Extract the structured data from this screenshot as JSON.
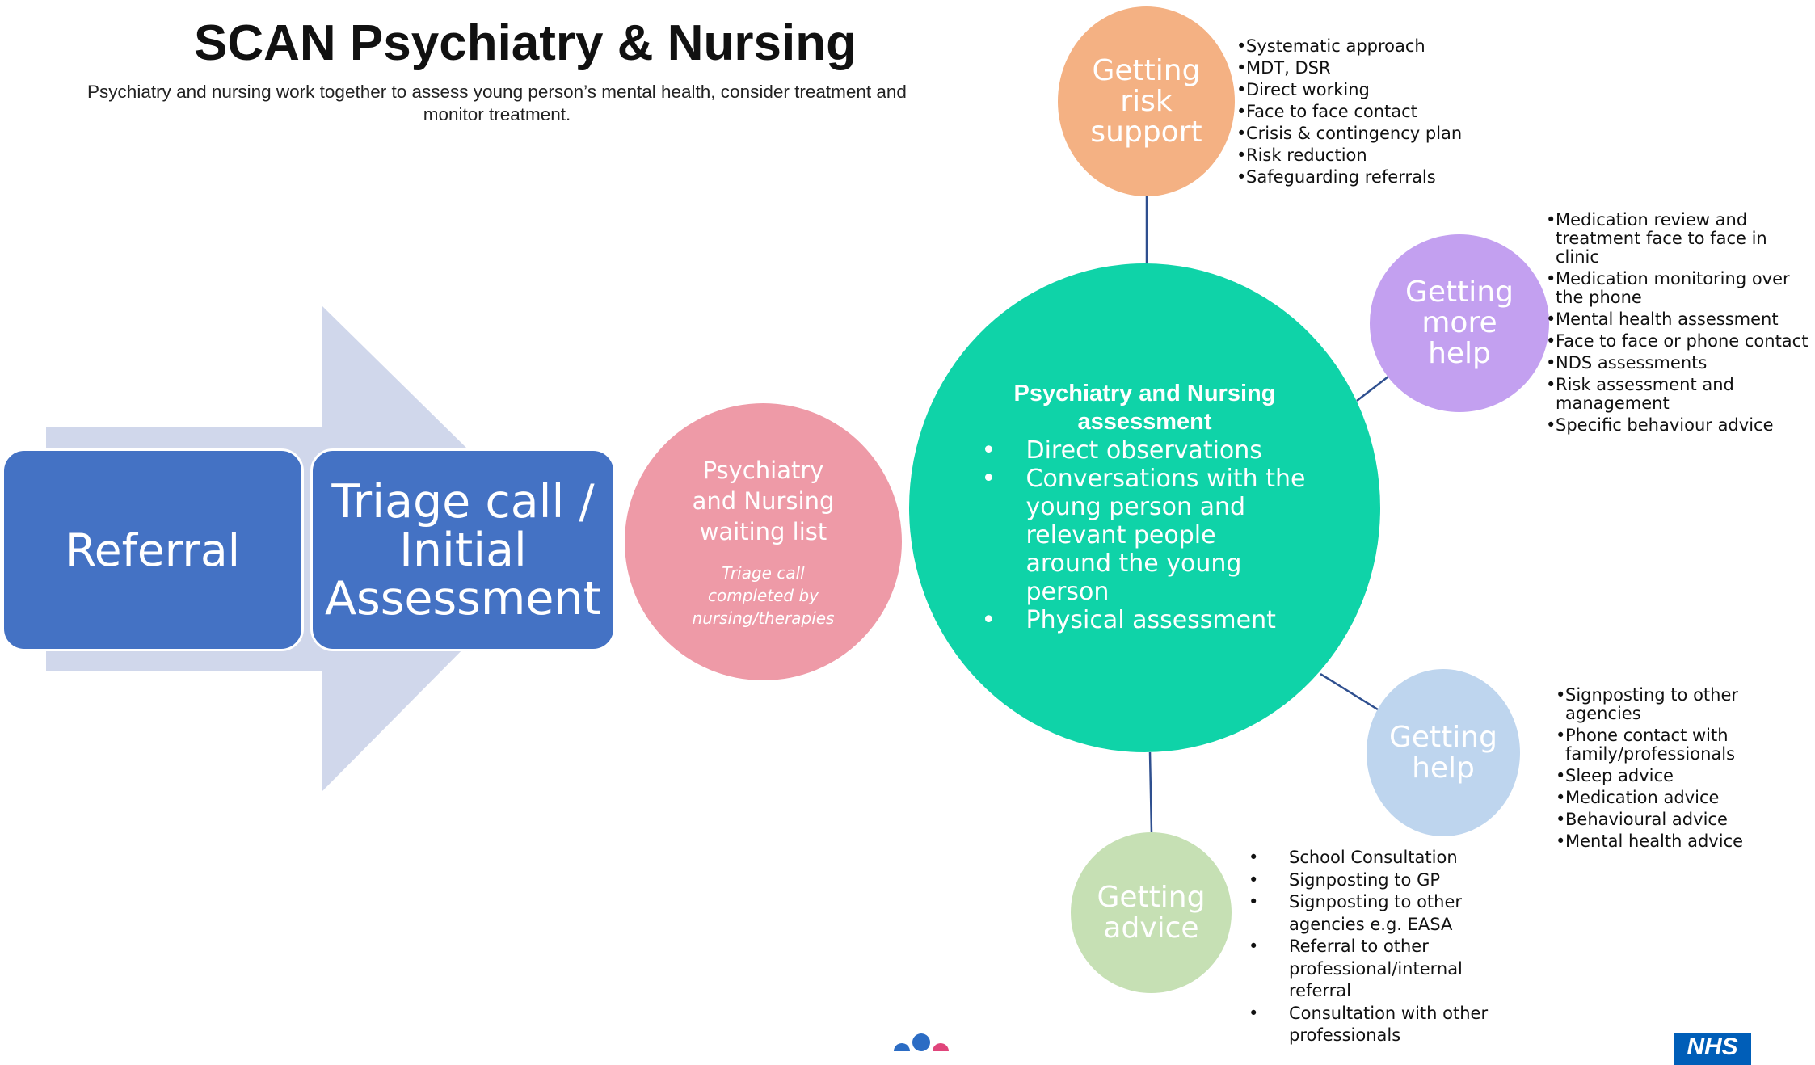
{
  "header": {
    "title": "SCAN Psychiatry & Nursing",
    "subtitle": "Psychiatry and nursing work together to assess young person’s mental health, consider treatment and monitor treatment."
  },
  "pathway": {
    "referral": "Referral",
    "triage": "Triage call / Initial Assessment",
    "waiting_title": "Psychiatry and Nursing waiting list",
    "waiting_note": "Triage call completed by nursing/therapies"
  },
  "center": {
    "title": "Psychiatry and Nursing assessment",
    "items": [
      "Direct observations",
      "Conversations with the young person and relevant people around the young person",
      "Physical assessment"
    ]
  },
  "nodes": {
    "risk": {
      "label": "Getting risk support",
      "items": [
        "Systematic approach",
        "MDT, DSR",
        "Direct working",
        "Face to face contact",
        "Crisis & contingency plan",
        "Risk reduction",
        "Safeguarding referrals"
      ]
    },
    "more": {
      "label": "Getting more help",
      "items": [
        "Medication review and treatment face to face in clinic",
        "Medication monitoring over the phone",
        "Mental health assessment",
        "Face to face or phone contact",
        "NDS assessments",
        "Risk assessment and management",
        "Specific behaviour advice"
      ]
    },
    "help": {
      "label": "Getting help",
      "items": [
        "Signposting to other agencies",
        "Phone contact with family/professionals",
        "Sleep advice",
        "Medication advice",
        "Behavioural advice",
        "Mental health advice"
      ]
    },
    "advice": {
      "label": "Getting advice",
      "items": [
        "School Consultation",
        "Signposting to GP",
        "Signposting to other agencies e.g. EASA",
        "Referral to other professional/internal referral",
        "Consultation with other professionals"
      ]
    }
  },
  "footer": {
    "nhs_logo": "NHS"
  },
  "colors": {
    "blue_box": "#4472c4",
    "arrow": "#d0d7eb",
    "waiting": "#ee9aa7",
    "center": "#0fd3a8",
    "risk": "#f4b183",
    "more": "#c3a0f0",
    "help": "#bed5ee",
    "advice": "#c6e0b4",
    "connector": "#2e4f8f"
  }
}
